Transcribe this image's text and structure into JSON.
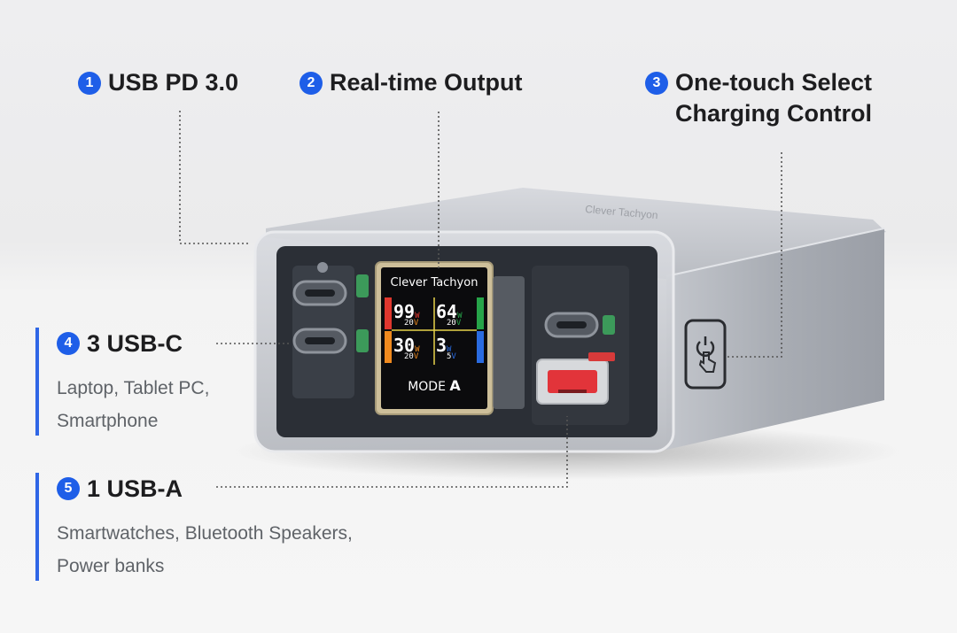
{
  "callouts": [
    {
      "number": "1",
      "title": "USB PD 3.0"
    },
    {
      "number": "2",
      "title": "Real-time Output"
    },
    {
      "number": "3",
      "title": "One-touch Select\nCharging Control"
    }
  ],
  "features": [
    {
      "number": "4",
      "title": "3 USB-C",
      "description": "Laptop, Tablet PC,\nSmartphone"
    },
    {
      "number": "5",
      "title": "1 USB-A",
      "description": "Smartwatches, Bluetooth Speakers,\nPower banks"
    }
  ],
  "device": {
    "screen_brand": "Clever Tachyon",
    "readings": [
      {
        "watts": "99",
        "volts": "20"
      },
      {
        "watts": "64",
        "volts": "20"
      },
      {
        "watts": "30",
        "volts": "20"
      },
      {
        "watts": "3",
        "volts": "5"
      }
    ],
    "mode_label": "MODE",
    "mode_value": "A"
  },
  "colors": {
    "accent": "#1e5ee8",
    "text": "#1d1d1f",
    "muted": "#5f6368",
    "body": "#b9bcc2"
  },
  "icons": {
    "power_button": "touch-power-icon"
  }
}
